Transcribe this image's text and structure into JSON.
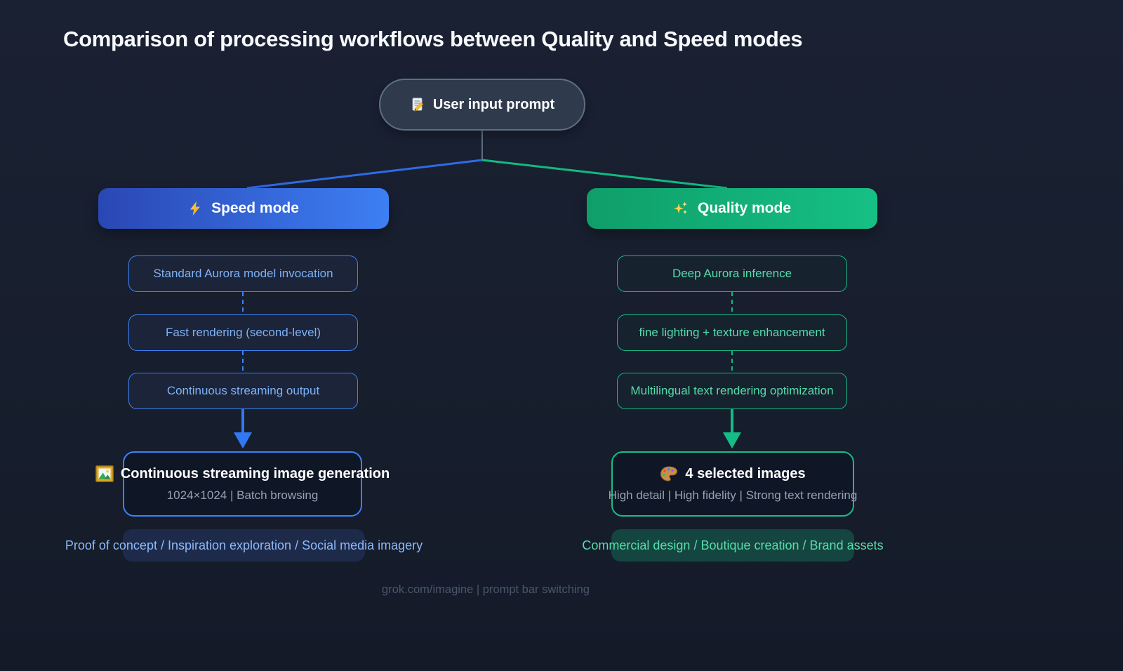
{
  "title": "Comparison of processing workflows between Quality and Speed modes",
  "root_node": {
    "icon": "memo-icon",
    "label": "User input prompt"
  },
  "speed": {
    "icon": "zap-icon",
    "label": "Speed mode",
    "accent": "#3b82f6",
    "steps": [
      "Standard Aurora model invocation",
      "Fast rendering (second-level)",
      "Continuous streaming output"
    ],
    "result": {
      "icon": "framed-picture-icon",
      "title": "Continuous streaming image generation",
      "subtitle": "1024×1024 | Batch browsing"
    },
    "tag": "Proof of concept / Inspiration exploration / Social media imagery"
  },
  "quality": {
    "icon": "sparkles-icon",
    "label": "Quality mode",
    "accent": "#10b981",
    "steps": [
      "Deep Aurora inference",
      "fine lighting + texture enhancement",
      "Multilingual text rendering optimization"
    ],
    "result": {
      "icon": "palette-icon",
      "title": "4 selected images",
      "subtitle": "High detail | High fidelity | Strong text rendering"
    },
    "tag": "Commercial design / Boutique creation / Brand assets"
  },
  "footer": "grok.com/imagine | prompt bar switching"
}
